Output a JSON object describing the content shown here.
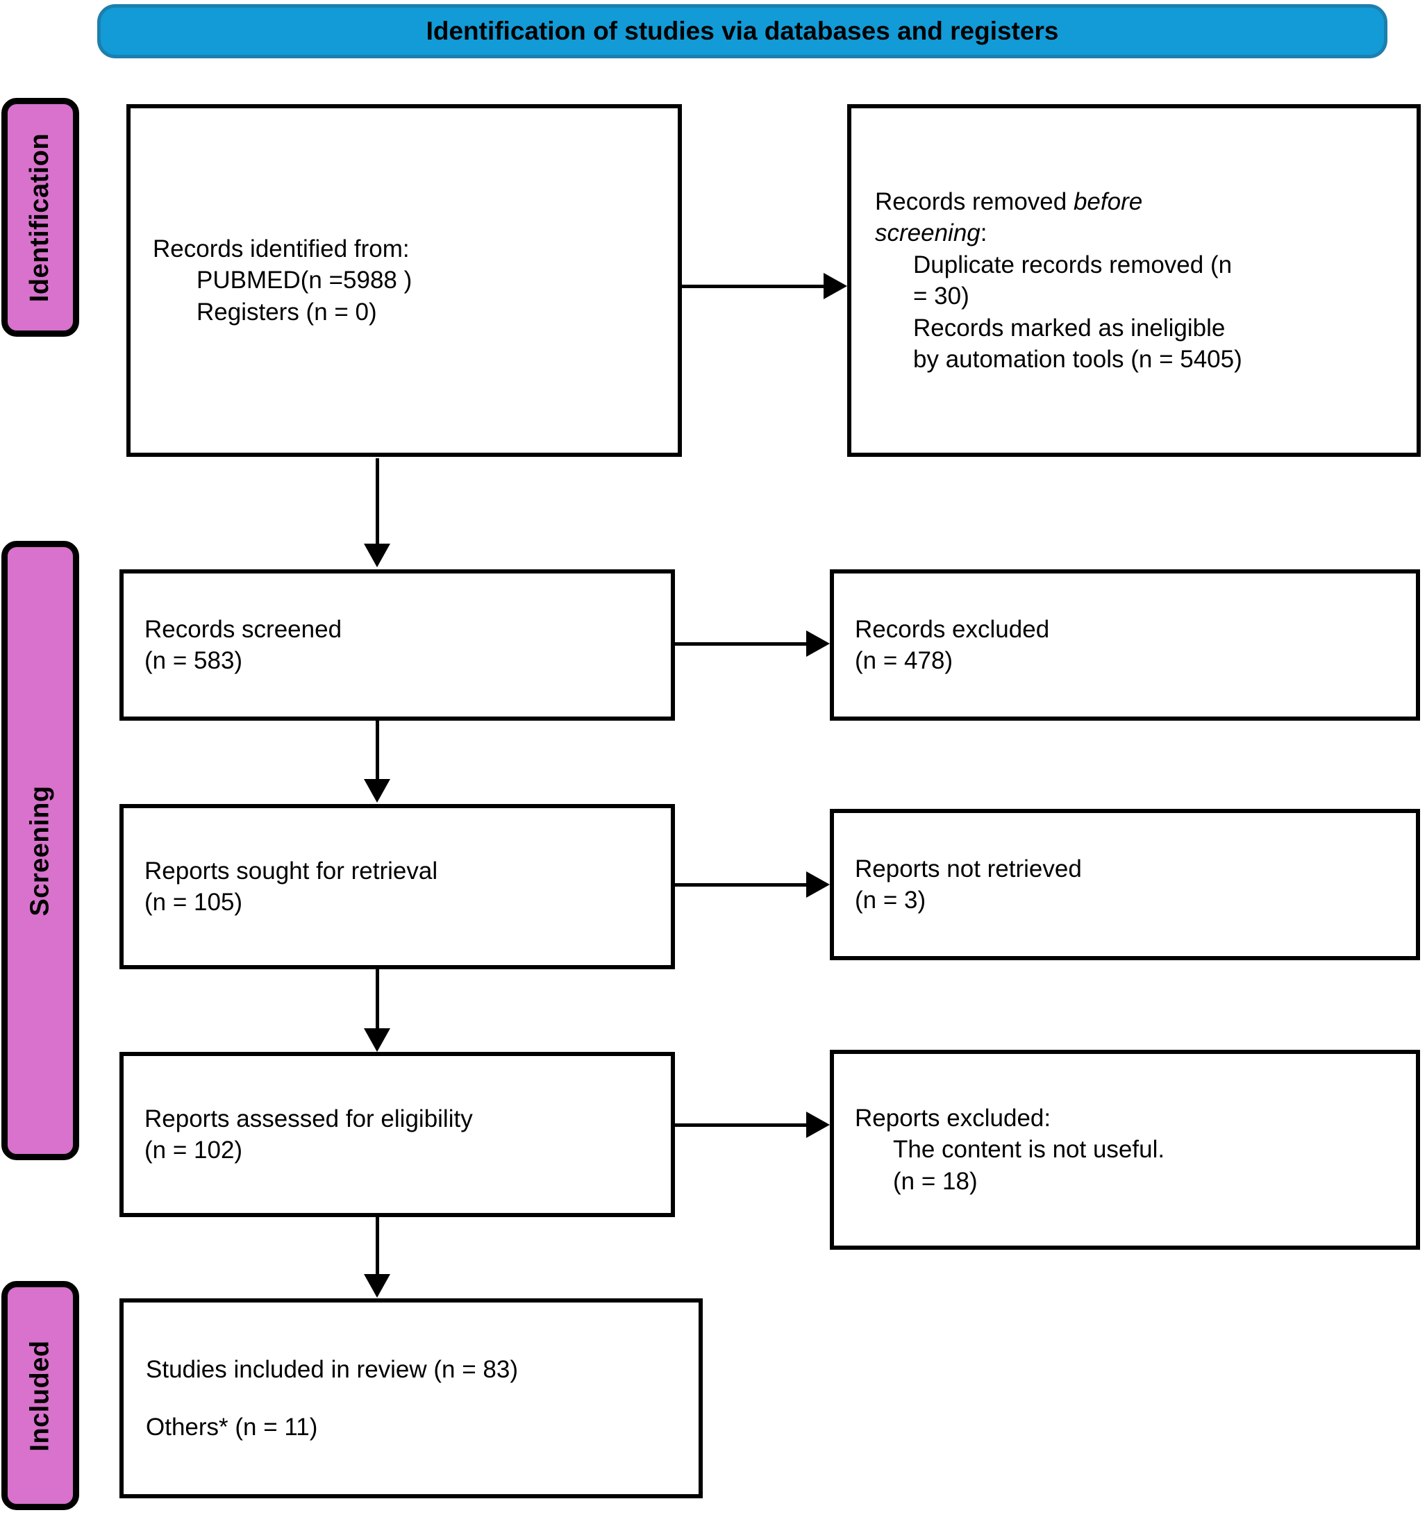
{
  "banner": {
    "title": "Identification of studies via databases and registers"
  },
  "stages": [
    {
      "id": "identification",
      "label": "Identification"
    },
    {
      "id": "screening",
      "label": "Screening"
    },
    {
      "id": "included",
      "label": "Included"
    }
  ],
  "boxes": {
    "identified": {
      "line1": "Records identified from:",
      "line2": "PUBMED(n =5988 )",
      "line3": "Registers (n = 0)"
    },
    "removed": {
      "line1_prefix": "Records removed ",
      "line1_em": "before",
      "line2_em": "screening",
      "line2_suffix": ":",
      "line3": "Duplicate records removed  (n",
      "line4": "= 30)",
      "line5": "Records marked as ineligible",
      "line6": "by automation tools (n = 5405)"
    },
    "screened": {
      "line1": "Records screened",
      "line2": "(n = 583)"
    },
    "excluded": {
      "line1": "Records excluded",
      "line2": "(n = 478)"
    },
    "sought": {
      "line1": "Reports sought for retrieval",
      "line2": "(n = 105)"
    },
    "not_retrieved": {
      "line1": "Reports not retrieved",
      "line2": "(n = 3)"
    },
    "assessed": {
      "line1": "Reports assessed for eligibility",
      "line2": "(n = 102)"
    },
    "reports_excluded": {
      "line1": "Reports excluded:",
      "line2": "The content is not useful.",
      "line3": "(n = 18)"
    },
    "included": {
      "line1": "Studies included in review (n  = 83)",
      "line2": "Others* (n = 11)"
    }
  },
  "chart_data": {
    "type": "diagram",
    "title": "Identification of studies via databases and registers",
    "nodes": [
      {
        "id": "identified",
        "stage": "Identification",
        "column": "left",
        "text": "Records identified from: PUBMED(n =5988 ) Registers (n = 0)",
        "counts": {
          "PUBMED": 5988,
          "Registers": 0
        }
      },
      {
        "id": "removed",
        "stage": "Identification",
        "column": "right",
        "text": "Records removed before screening: Duplicate records removed (n = 30) Records marked as ineligible by automation tools (n = 5405)",
        "counts": {
          "duplicate_records_removed": 30,
          "marked_ineligible_by_automation_tools": 5405
        }
      },
      {
        "id": "screened",
        "stage": "Screening",
        "column": "left",
        "text": "Records screened",
        "n": 583
      },
      {
        "id": "excluded",
        "stage": "Screening",
        "column": "right",
        "text": "Records excluded",
        "n": 478
      },
      {
        "id": "sought",
        "stage": "Screening",
        "column": "left",
        "text": "Reports sought for retrieval",
        "n": 105
      },
      {
        "id": "not_retrieved",
        "stage": "Screening",
        "column": "right",
        "text": "Reports not retrieved",
        "n": 3
      },
      {
        "id": "assessed",
        "stage": "Screening",
        "column": "left",
        "text": "Reports assessed for eligibility",
        "n": 102
      },
      {
        "id": "reports_excluded",
        "stage": "Screening",
        "column": "right",
        "text": "Reports excluded: The content is not useful.",
        "n": 18
      },
      {
        "id": "included",
        "stage": "Included",
        "column": "left",
        "text": "Studies included in review (n = 83); Others* (n = 11)",
        "counts": {
          "studies_included_in_review": 83,
          "others": 11
        }
      }
    ],
    "edges": [
      {
        "from": "identified",
        "to": "removed",
        "direction": "right"
      },
      {
        "from": "identified",
        "to": "screened",
        "direction": "down"
      },
      {
        "from": "screened",
        "to": "excluded",
        "direction": "right"
      },
      {
        "from": "screened",
        "to": "sought",
        "direction": "down"
      },
      {
        "from": "sought",
        "to": "not_retrieved",
        "direction": "right"
      },
      {
        "from": "sought",
        "to": "assessed",
        "direction": "down"
      },
      {
        "from": "assessed",
        "to": "reports_excluded",
        "direction": "right"
      },
      {
        "from": "assessed",
        "to": "included",
        "direction": "down"
      }
    ],
    "colors": {
      "banner": "#129bd6",
      "stage_sidebar": "#d872cc",
      "box_border": "#000000",
      "box_fill": "#ffffff"
    }
  }
}
